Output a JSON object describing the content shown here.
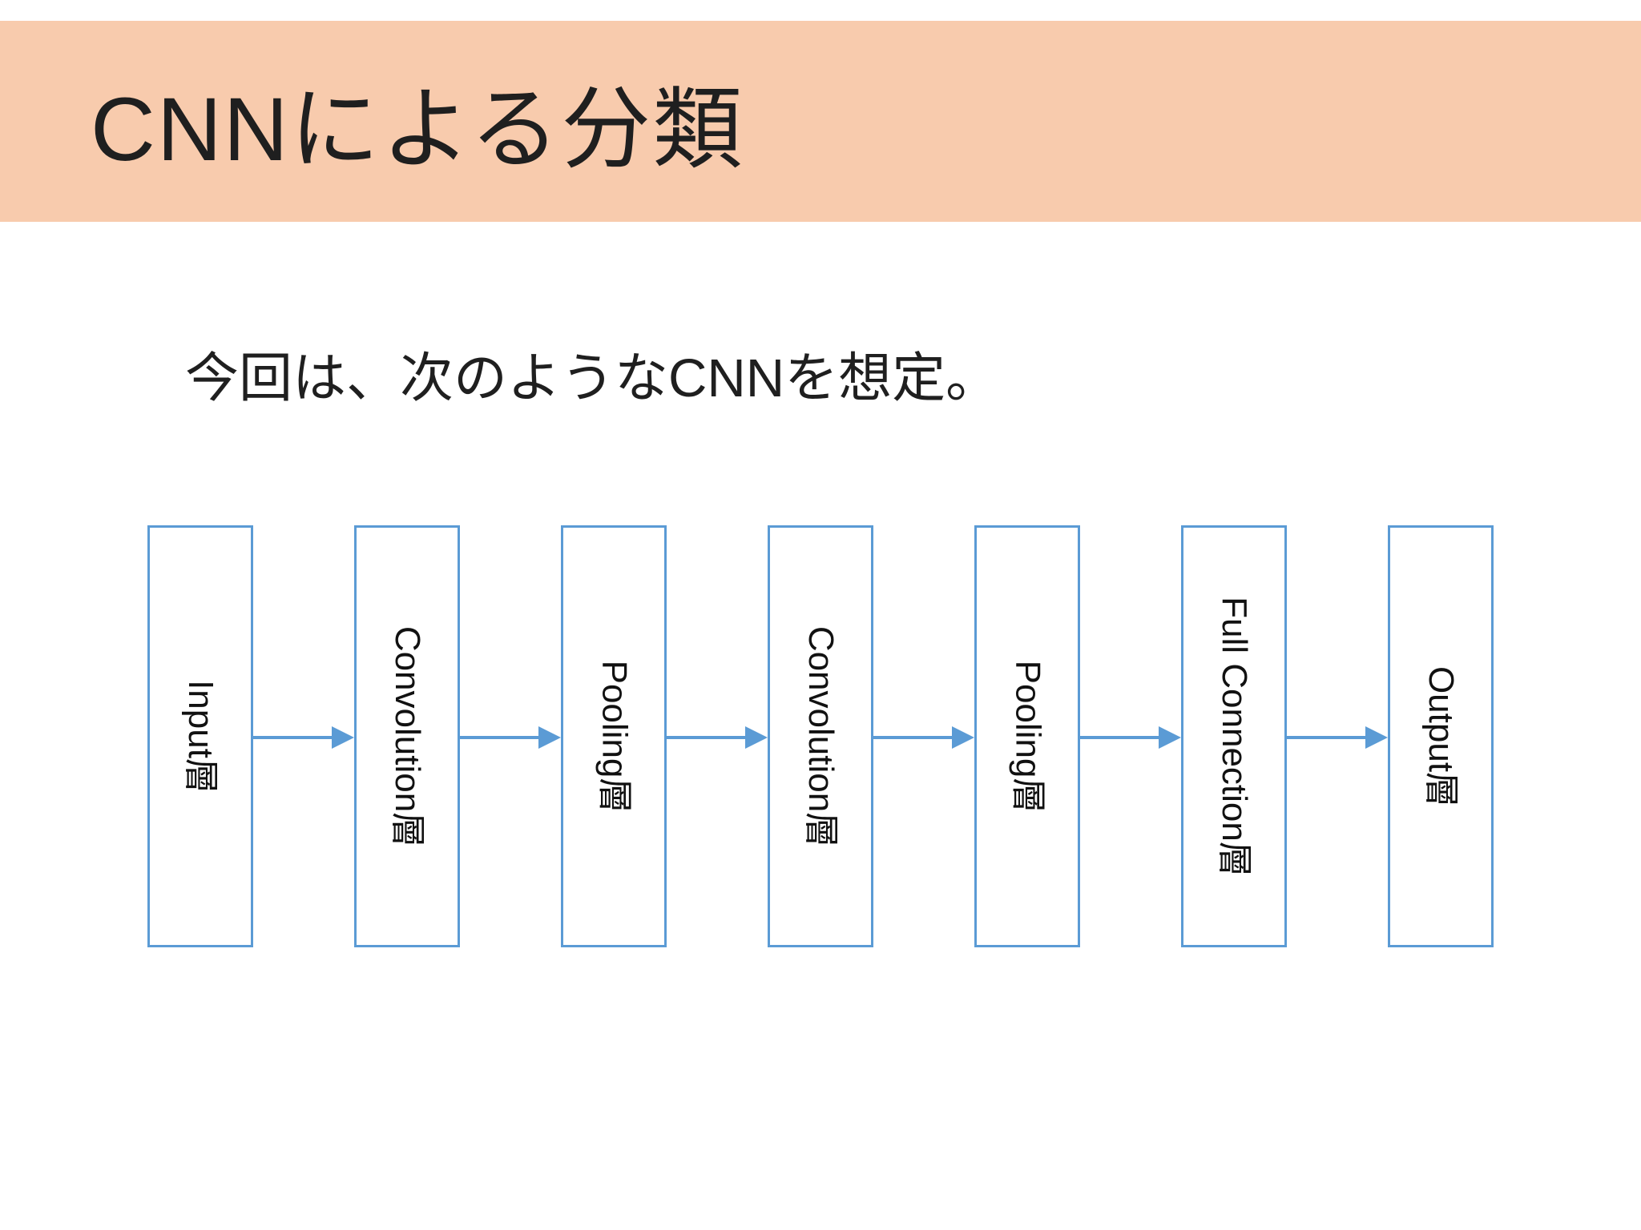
{
  "slide": {
    "title": "CNNによる分類",
    "body_text": "今回は、次のようなCNNを想定。",
    "colors": {
      "banner_bg": "#F8CBAD",
      "diagram_stroke": "#5B9BD5",
      "text": "#1f1f1f",
      "slide_bg": "#ffffff"
    }
  },
  "diagram": {
    "type": "flow",
    "direction": "left-to-right",
    "text_rotation": "90deg-clockwise",
    "boxes": [
      {
        "label": "Input層"
      },
      {
        "label": "Convolution層"
      },
      {
        "label": "Pooling層"
      },
      {
        "label": "Convolution層"
      },
      {
        "label": "Pooling層"
      },
      {
        "label": "Full Connection層"
      },
      {
        "label": "Output層"
      }
    ],
    "connections": [
      {
        "from": 0,
        "to": 1
      },
      {
        "from": 1,
        "to": 2
      },
      {
        "from": 2,
        "to": 3
      },
      {
        "from": 3,
        "to": 4
      },
      {
        "from": 4,
        "to": 5
      },
      {
        "from": 5,
        "to": 6
      }
    ]
  }
}
